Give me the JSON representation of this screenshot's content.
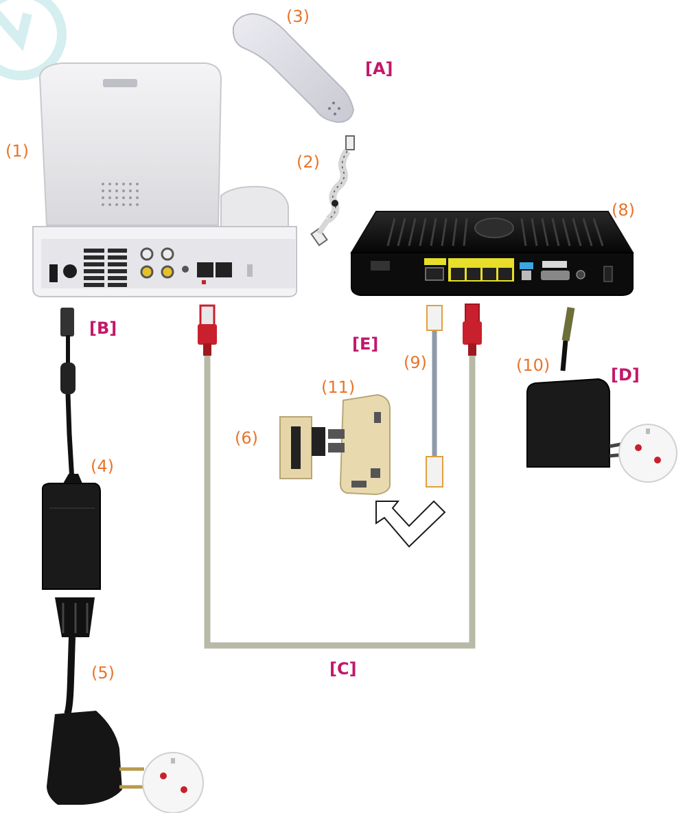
{
  "numbers": {
    "n1": "(1)",
    "n2": "(2)",
    "n3": "(3)",
    "n4": "(4)",
    "n5": "(5)",
    "n6": "(6)",
    "n8": "(8)",
    "n9": "(9)",
    "n10": "(10)",
    "n11": "(11)"
  },
  "tags": {
    "a": "[A]",
    "b": "[B]",
    "c": "[C]",
    "d": "[D]",
    "e": "[E]"
  },
  "colors": {
    "number_label": "#e8742a",
    "tag_label": "#c2186a",
    "ethernet_plug": "#c8202c",
    "ethernet_cable": "#b9b9a8",
    "accent_ring": "#d5eef0"
  },
  "icons": {
    "watermark": "circle-arrow-watermark-icon",
    "direction": "hollow-chevron-arrow-icon"
  }
}
